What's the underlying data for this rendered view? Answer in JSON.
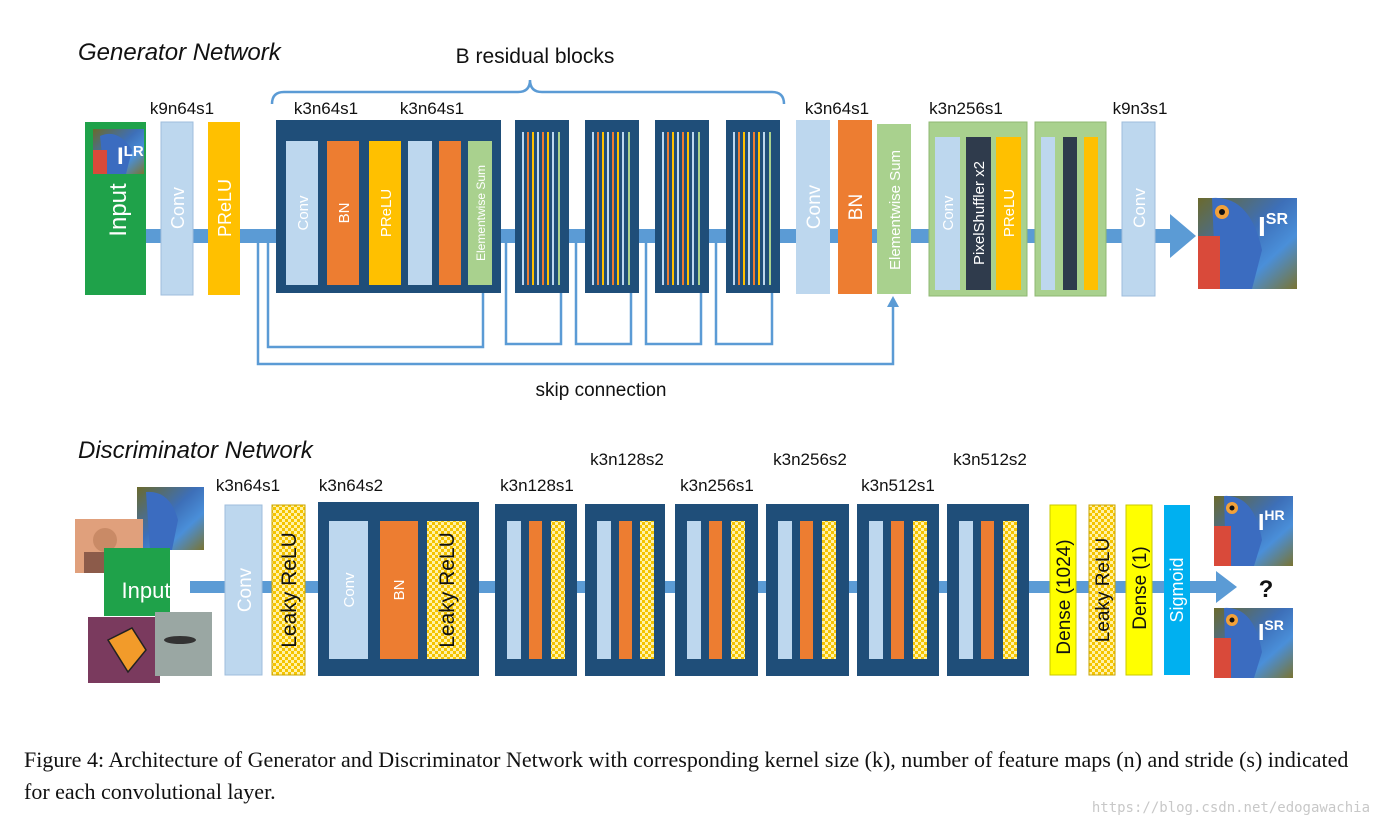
{
  "colors": {
    "conv": "#bdd7ee",
    "bn": "#ed7d31",
    "prelu": "#ffc000",
    "input": "#1fa24a",
    "navy": "#1f4e79",
    "green_light": "#a9d18e",
    "dense": "#ffff00",
    "sigmoid": "#00b0f0",
    "arrow": "#5b9bd5",
    "pixelshuffler": "#2f3b4c"
  },
  "generator": {
    "title": "Generator Network",
    "residual_label": "B residual blocks",
    "skip_label": "skip connection",
    "k_labels": [
      "k9n64s1",
      "k3n64s1",
      "k3n64s1",
      "k3n64s1",
      "k3n256s1",
      "k9n3s1"
    ],
    "input_label": "Input",
    "input_img_label": "I",
    "input_img_sup": "LR",
    "output_img_label": "I",
    "output_img_sup": "SR",
    "conv": "Conv",
    "prelu": "PReLU",
    "bn": "BN",
    "elementwise_sum": "Elementwise Sum",
    "pixel_shuffler": "PixelShuffler x2"
  },
  "discriminator": {
    "title": "Discriminator Network",
    "k_labels": [
      "k3n64s1",
      "k3n64s2",
      "k3n128s1",
      "k3n128s2",
      "k3n256s1",
      "k3n256s2",
      "k3n512s1",
      "k3n512s2"
    ],
    "input_label": "Input",
    "conv": "Conv",
    "leaky_relu": "Leaky ReLU",
    "bn": "BN",
    "dense_1024": "Dense (1024)",
    "dense_1": "Dense (1)",
    "sigmoid": "Sigmoid",
    "question": "?",
    "hr_label": "I",
    "hr_sup": "HR",
    "sr_label": "I",
    "sr_sup": "SR"
  },
  "caption": "Figure 4: Architecture of Generator and Discriminator Network with corresponding kernel size (k), number of feature maps (n) and stride (s) indicated for each convolutional layer.",
  "watermark": "https://blog.csdn.net/edogawachia"
}
